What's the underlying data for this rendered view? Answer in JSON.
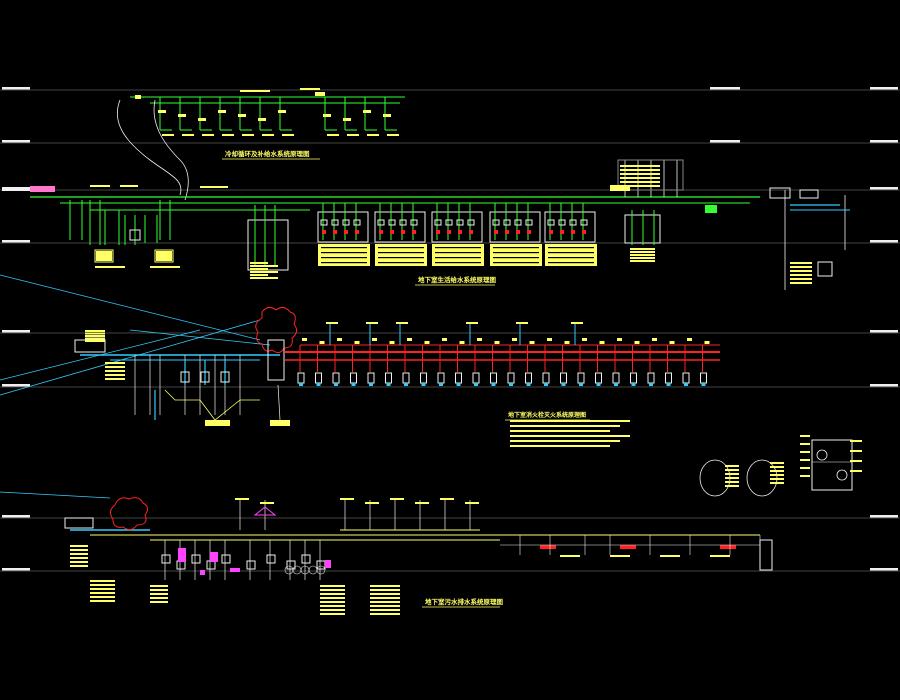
{
  "drawing": {
    "background": "#000000",
    "colors": {
      "yellow": "#ffff66",
      "green": "#33ff33",
      "cyan": "#33ccff",
      "red": "#ff2222",
      "magenta": "#ff44ff",
      "white": "#f0f0f0",
      "pink": "#ff77cc",
      "blue": "#3399ff",
      "grey": "#888888"
    },
    "titles": {
      "section1": "冷却循环及补给水系统原理图",
      "section2": "地下室生活给水系统原理图",
      "section3": "地下室消火栓灭火系统原理图",
      "section4": "地下室污水排水系统原理图"
    }
  }
}
